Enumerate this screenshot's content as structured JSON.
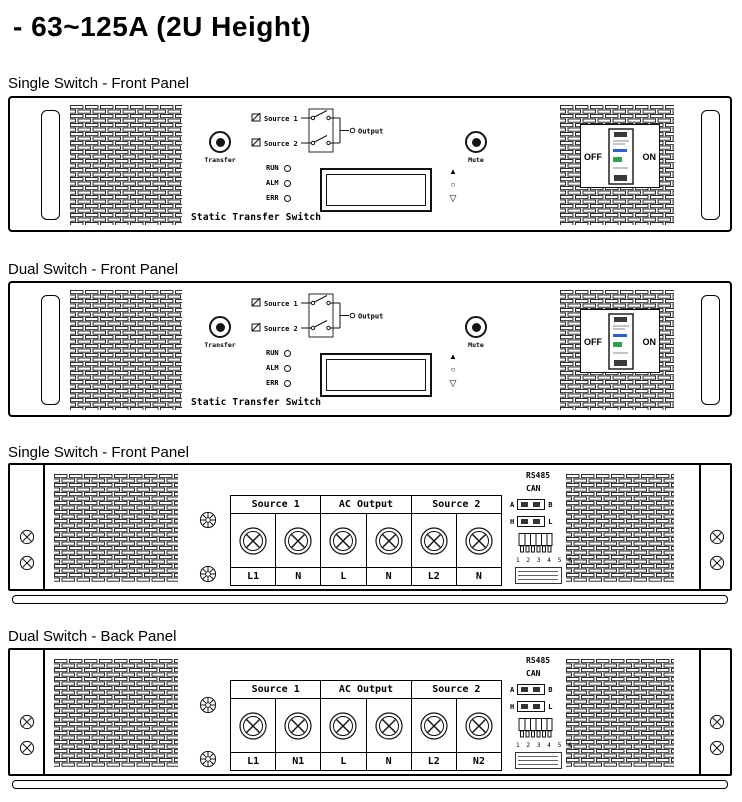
{
  "page": {
    "title": "- 63~125A (2U Height)"
  },
  "sections": [
    {
      "label": "Single Switch - Front Panel"
    },
    {
      "label": "Dual Switch - Front Panel"
    },
    {
      "label": "Single Switch - Front Panel"
    },
    {
      "label": "Dual Switch - Back Panel"
    }
  ],
  "front_panel": {
    "transfer_button": "Transfer",
    "mute_button": "Mute",
    "source1": "Source 1",
    "source2": "Source 2",
    "output": "Output",
    "leds": [
      "RUN",
      "ALM",
      "ERR"
    ],
    "breaker_off": "OFF",
    "breaker_on": "ON",
    "product_name": "Static Transfer Switch",
    "icons": {
      "up_key": "▲",
      "select_key": "○",
      "down_key": "▽"
    }
  },
  "back_panel": {
    "group_headers": [
      "Source 1",
      "AC Output",
      "Source 2"
    ],
    "rs485": "RS485",
    "can": "CAN",
    "port_ab": {
      "left": "A",
      "right": "B"
    },
    "port_hl": {
      "left": "H",
      "right": "L"
    },
    "pin_numbers": "1 2 3 4 5 6",
    "single_terminals": [
      "L1",
      "N",
      "L",
      "N",
      "L2",
      "N"
    ],
    "dual_terminals": [
      "L1",
      "N1",
      "L",
      "N",
      "L2",
      "N2"
    ]
  },
  "colors": {
    "line": "#111111",
    "breaker_blue": "#2f5fd0",
    "breaker_green": "#2fa050"
  }
}
